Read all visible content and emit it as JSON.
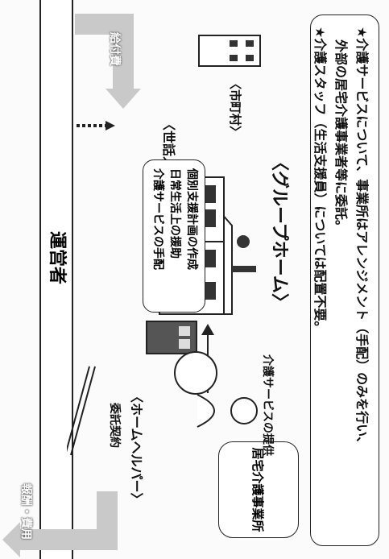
{
  "notes": {
    "line1": "★介護サービスについて、事業所はアレンジメント（手配）のみを行い、",
    "line2": "外部の居宅介護事業者等に委託。",
    "line3": "★介護スタッフ（生活支援員）については配置不要。"
  },
  "group_home": "〈グループホーム〉",
  "home_helper": "〈ホームヘルパー〉",
  "care_service_provision": "介護サービスの提供",
  "home_care_office": "居宅介護事業所",
  "municipality": "〈市町村〉",
  "caretaker": "〈世話人〉",
  "duties": [
    "個別支援計画の作成",
    "日常生活上の援助",
    "介護サービスの手配"
  ],
  "consignment_contract": "委託契約",
  "operator": "運営者",
  "cloud_left": "給付費",
  "cloud_right": "報酬・費用"
}
